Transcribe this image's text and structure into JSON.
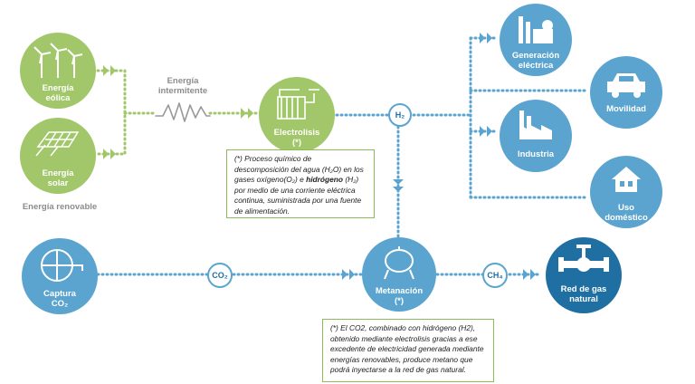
{
  "nodes": {
    "wind": {
      "label": "Energía\neólica",
      "color": "#a2c76a"
    },
    "solar": {
      "label": "Energía\nsolar",
      "color": "#a2c76a"
    },
    "electrolysis": {
      "label": "Electrolisis\n(*)",
      "color": "#a2c76a"
    },
    "power_gen": {
      "label": "Generación\neléctrica",
      "color": "#5ba4cf"
    },
    "mobility": {
      "label": "Movilidad",
      "color": "#5ba4cf"
    },
    "industry": {
      "label": "Industria",
      "color": "#5ba4cf"
    },
    "domestic": {
      "label": "Uso\ndoméstico",
      "color": "#5ba4cf"
    },
    "capture": {
      "label": "Captura\nCO₂",
      "color": "#5ba4cf"
    },
    "methanation": {
      "label": "Metanación\n(*)",
      "color": "#5ba4cf"
    },
    "gas_grid": {
      "label": "Red de gas\nnatural",
      "color": "#1f6fa3"
    }
  },
  "captions": {
    "renewable": "Energía renovable",
    "intermittent": "Energía\nintermitente"
  },
  "badges": {
    "h2": "H₂",
    "co2": "CO₂",
    "ch4": "CH₄"
  },
  "notes": {
    "electrolysis": {
      "part1": "(*) Proceso químico de descomposición del agua (H₂O) en los gases oxígeno(O₂) e ",
      "bold": "hidrógeno",
      "part2": " (H₂) por medio de una corriente eléctrica continua, suministrada por una fuente de alimentación."
    },
    "methanation": "(*) El CO2, combinado con hidrógeno (H2), obtenido mediante electrolisis gracias a ese excedente de electricidad generada mediante energías renovables, produce metano que podrá inyectarse a la red de gas natural."
  }
}
